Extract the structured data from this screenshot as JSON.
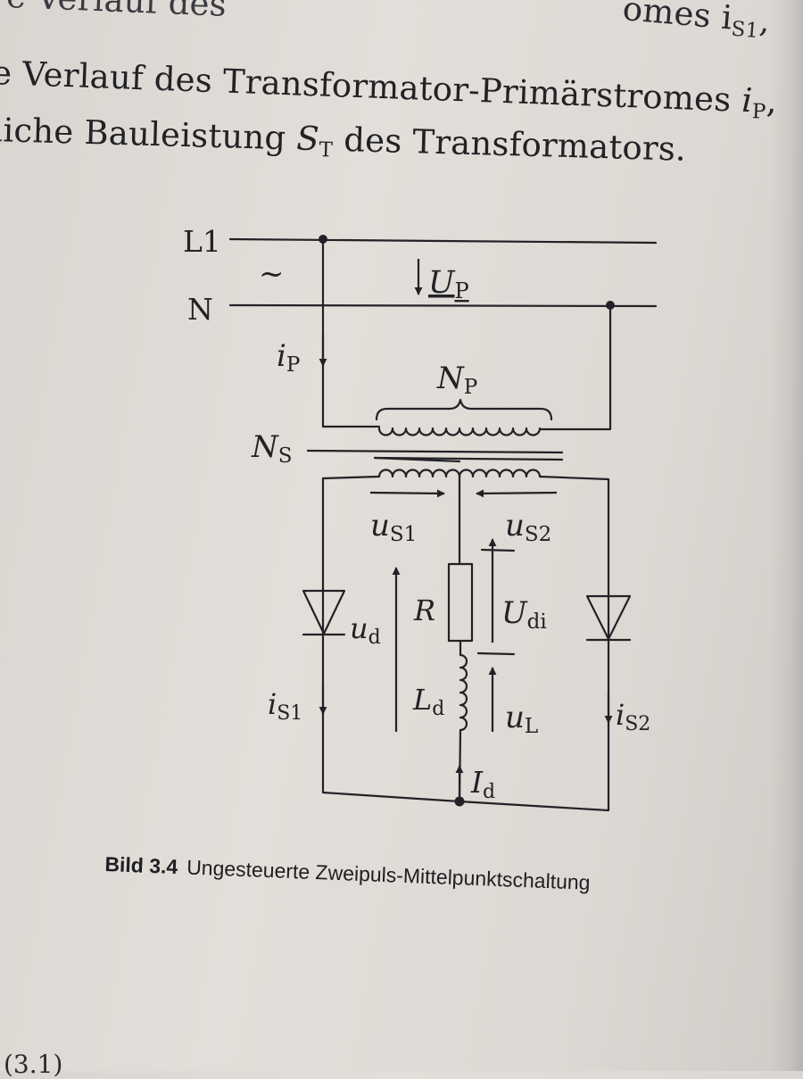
{
  "text_lines": {
    "line1_start": "e Verlauf des",
    "line1_end": "omes i",
    "line1_end_sub": "S1",
    "line1_end_punct": ",",
    "line2_pre": "e Verlauf des Transformator-Primärstromes ",
    "line2_var": "i",
    "line2_sub": "P",
    "line2_punct": ",",
    "line3_pre": "liche Bauleistung ",
    "line3_var": "S",
    "line3_sub": "T",
    "line3_post": " des Transformators."
  },
  "diagram_labels": {
    "l1": "L1",
    "n": "N",
    "ac_symbol": "~",
    "up_main": "U",
    "up_sub": "P",
    "ip_main": "i",
    "ip_sub": "P",
    "np_main": "N",
    "np_sub": "P",
    "ns_main": "N",
    "ns_sub": "S",
    "us1_main": "u",
    "us1_sub": "S1",
    "us2_main": "u",
    "us2_sub": "S2",
    "r": "R",
    "udi_main": "U",
    "udi_sub": "di",
    "ud_main": "u",
    "ud_sub": "d",
    "ld_main": "L",
    "ld_sub": "d",
    "ul_main": "u",
    "ul_sub": "L",
    "is1_main": "i",
    "is1_sub": "S1",
    "is2_main": "i",
    "is2_sub": "S2",
    "id_main": "I",
    "id_sub": "d"
  },
  "caption": {
    "number": "Bild 3.4",
    "text": "Ungesteuerte Zweipuls-Mittelpunktschaltung"
  },
  "footer_fragment": "(3.1)",
  "colors": {
    "ink": "#222226",
    "paper": "#dedad5"
  }
}
